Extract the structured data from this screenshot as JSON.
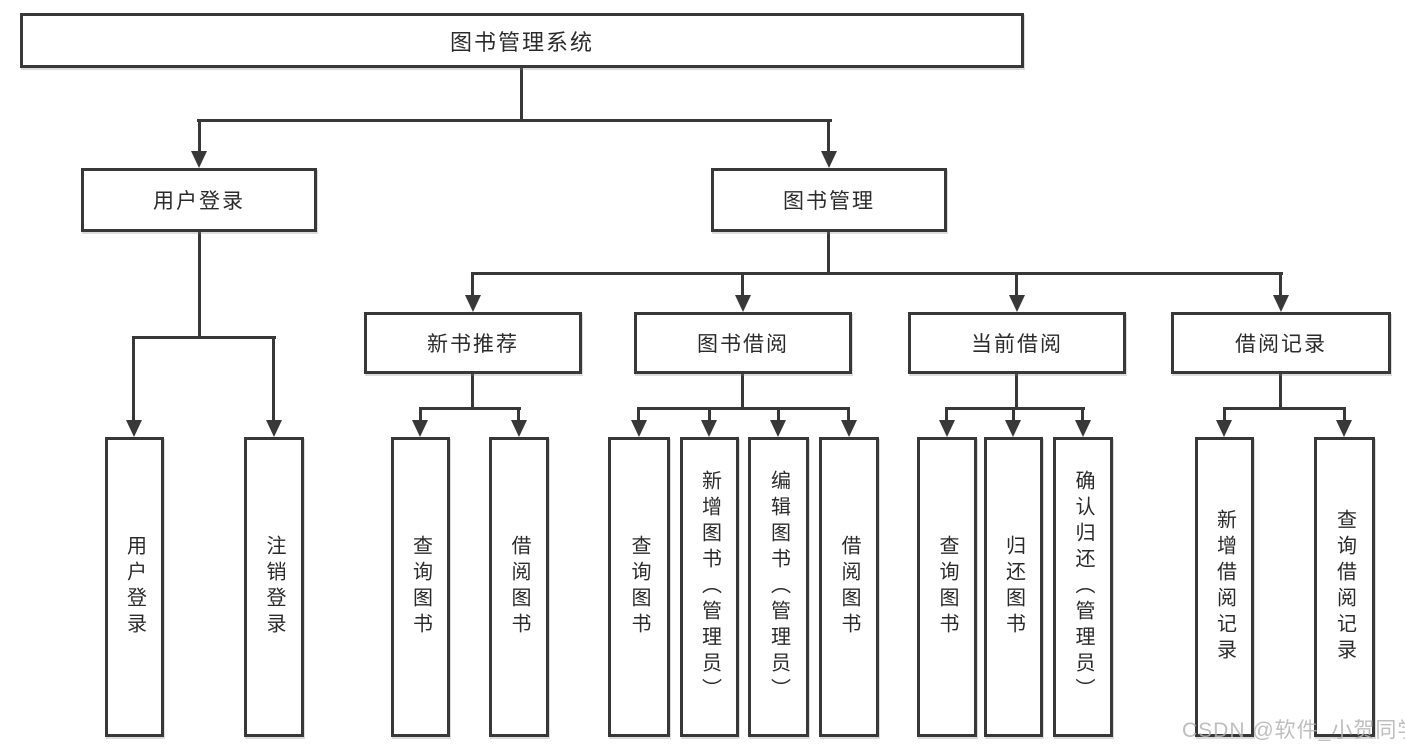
{
  "colors": {
    "line": "#383838",
    "text": "#2b2b2b",
    "wm": "#b3b3b3",
    "bg": "#ffffff"
  },
  "watermark": {
    "text": "CSDN @软件_小贺同学"
  },
  "tree": {
    "label": "图书管理系统",
    "children": [
      {
        "label": "用户登录",
        "children": [
          {
            "label": "用户登录"
          },
          {
            "label": "注销登录"
          }
        ]
      },
      {
        "label": "图书管理",
        "children": [
          {
            "label": "新书推荐",
            "children": [
              {
                "label": "查询图书"
              },
              {
                "label": "借阅图书"
              }
            ]
          },
          {
            "label": "图书借阅",
            "children": [
              {
                "label": "查询图书"
              },
              {
                "label": "新增图书（管理员）"
              },
              {
                "label": "编辑图书（管理员）"
              },
              {
                "label": "借阅图书"
              }
            ]
          },
          {
            "label": "当前借阅",
            "children": [
              {
                "label": "查询图书"
              },
              {
                "label": "归还图书"
              },
              {
                "label": "确认归还（管理员）"
              }
            ]
          },
          {
            "label": "借阅记录",
            "children": [
              {
                "label": "新增借阅记录"
              },
              {
                "label": "查询借阅记录"
              }
            ]
          }
        ]
      }
    ]
  }
}
